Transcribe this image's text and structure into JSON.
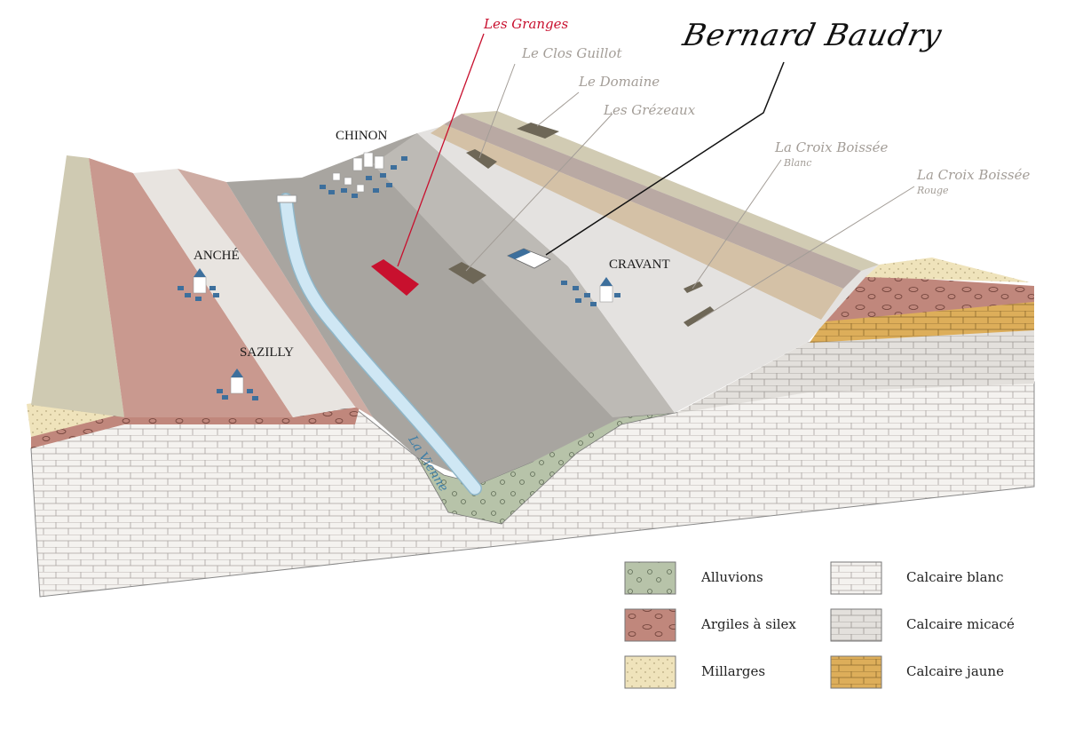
{
  "brand": {
    "name": "Bernard Baudry"
  },
  "towns": {
    "chinon": "CHINON",
    "anche": "ANCHÉ",
    "sazilly": "SAZILLY",
    "cravant": "CRAVANT"
  },
  "river": {
    "name": "La Vienne"
  },
  "plots": {
    "granges": "Les Granges",
    "clos_guillot": "Le Clos Guillot",
    "domaine": "Le Domaine",
    "grezeaux": "Les Grézeaux",
    "croix_blanc": "La Croix Boissée",
    "croix_blanc_sub": "Blanc",
    "croix_rouge": "La Croix Boissée",
    "croix_rouge_sub": "Rouge"
  },
  "legend": [
    {
      "label": "Alluvions",
      "color": "#b7c3a9"
    },
    {
      "label": "Argiles à silex",
      "color": "#c0877c"
    },
    {
      "label": "Millarges",
      "color": "#efe3bb"
    },
    {
      "label": "Calcaire blanc",
      "color": "#f4f2ef"
    },
    {
      "label": "Calcaire micacé",
      "color": "#e3e0dc"
    },
    {
      "label": "Calcaire jaune",
      "color": "#ddae5a"
    }
  ],
  "colors": {
    "accent_red": "#c8102e",
    "river": "#cfe7f4",
    "label_gray": "#a39d97"
  }
}
